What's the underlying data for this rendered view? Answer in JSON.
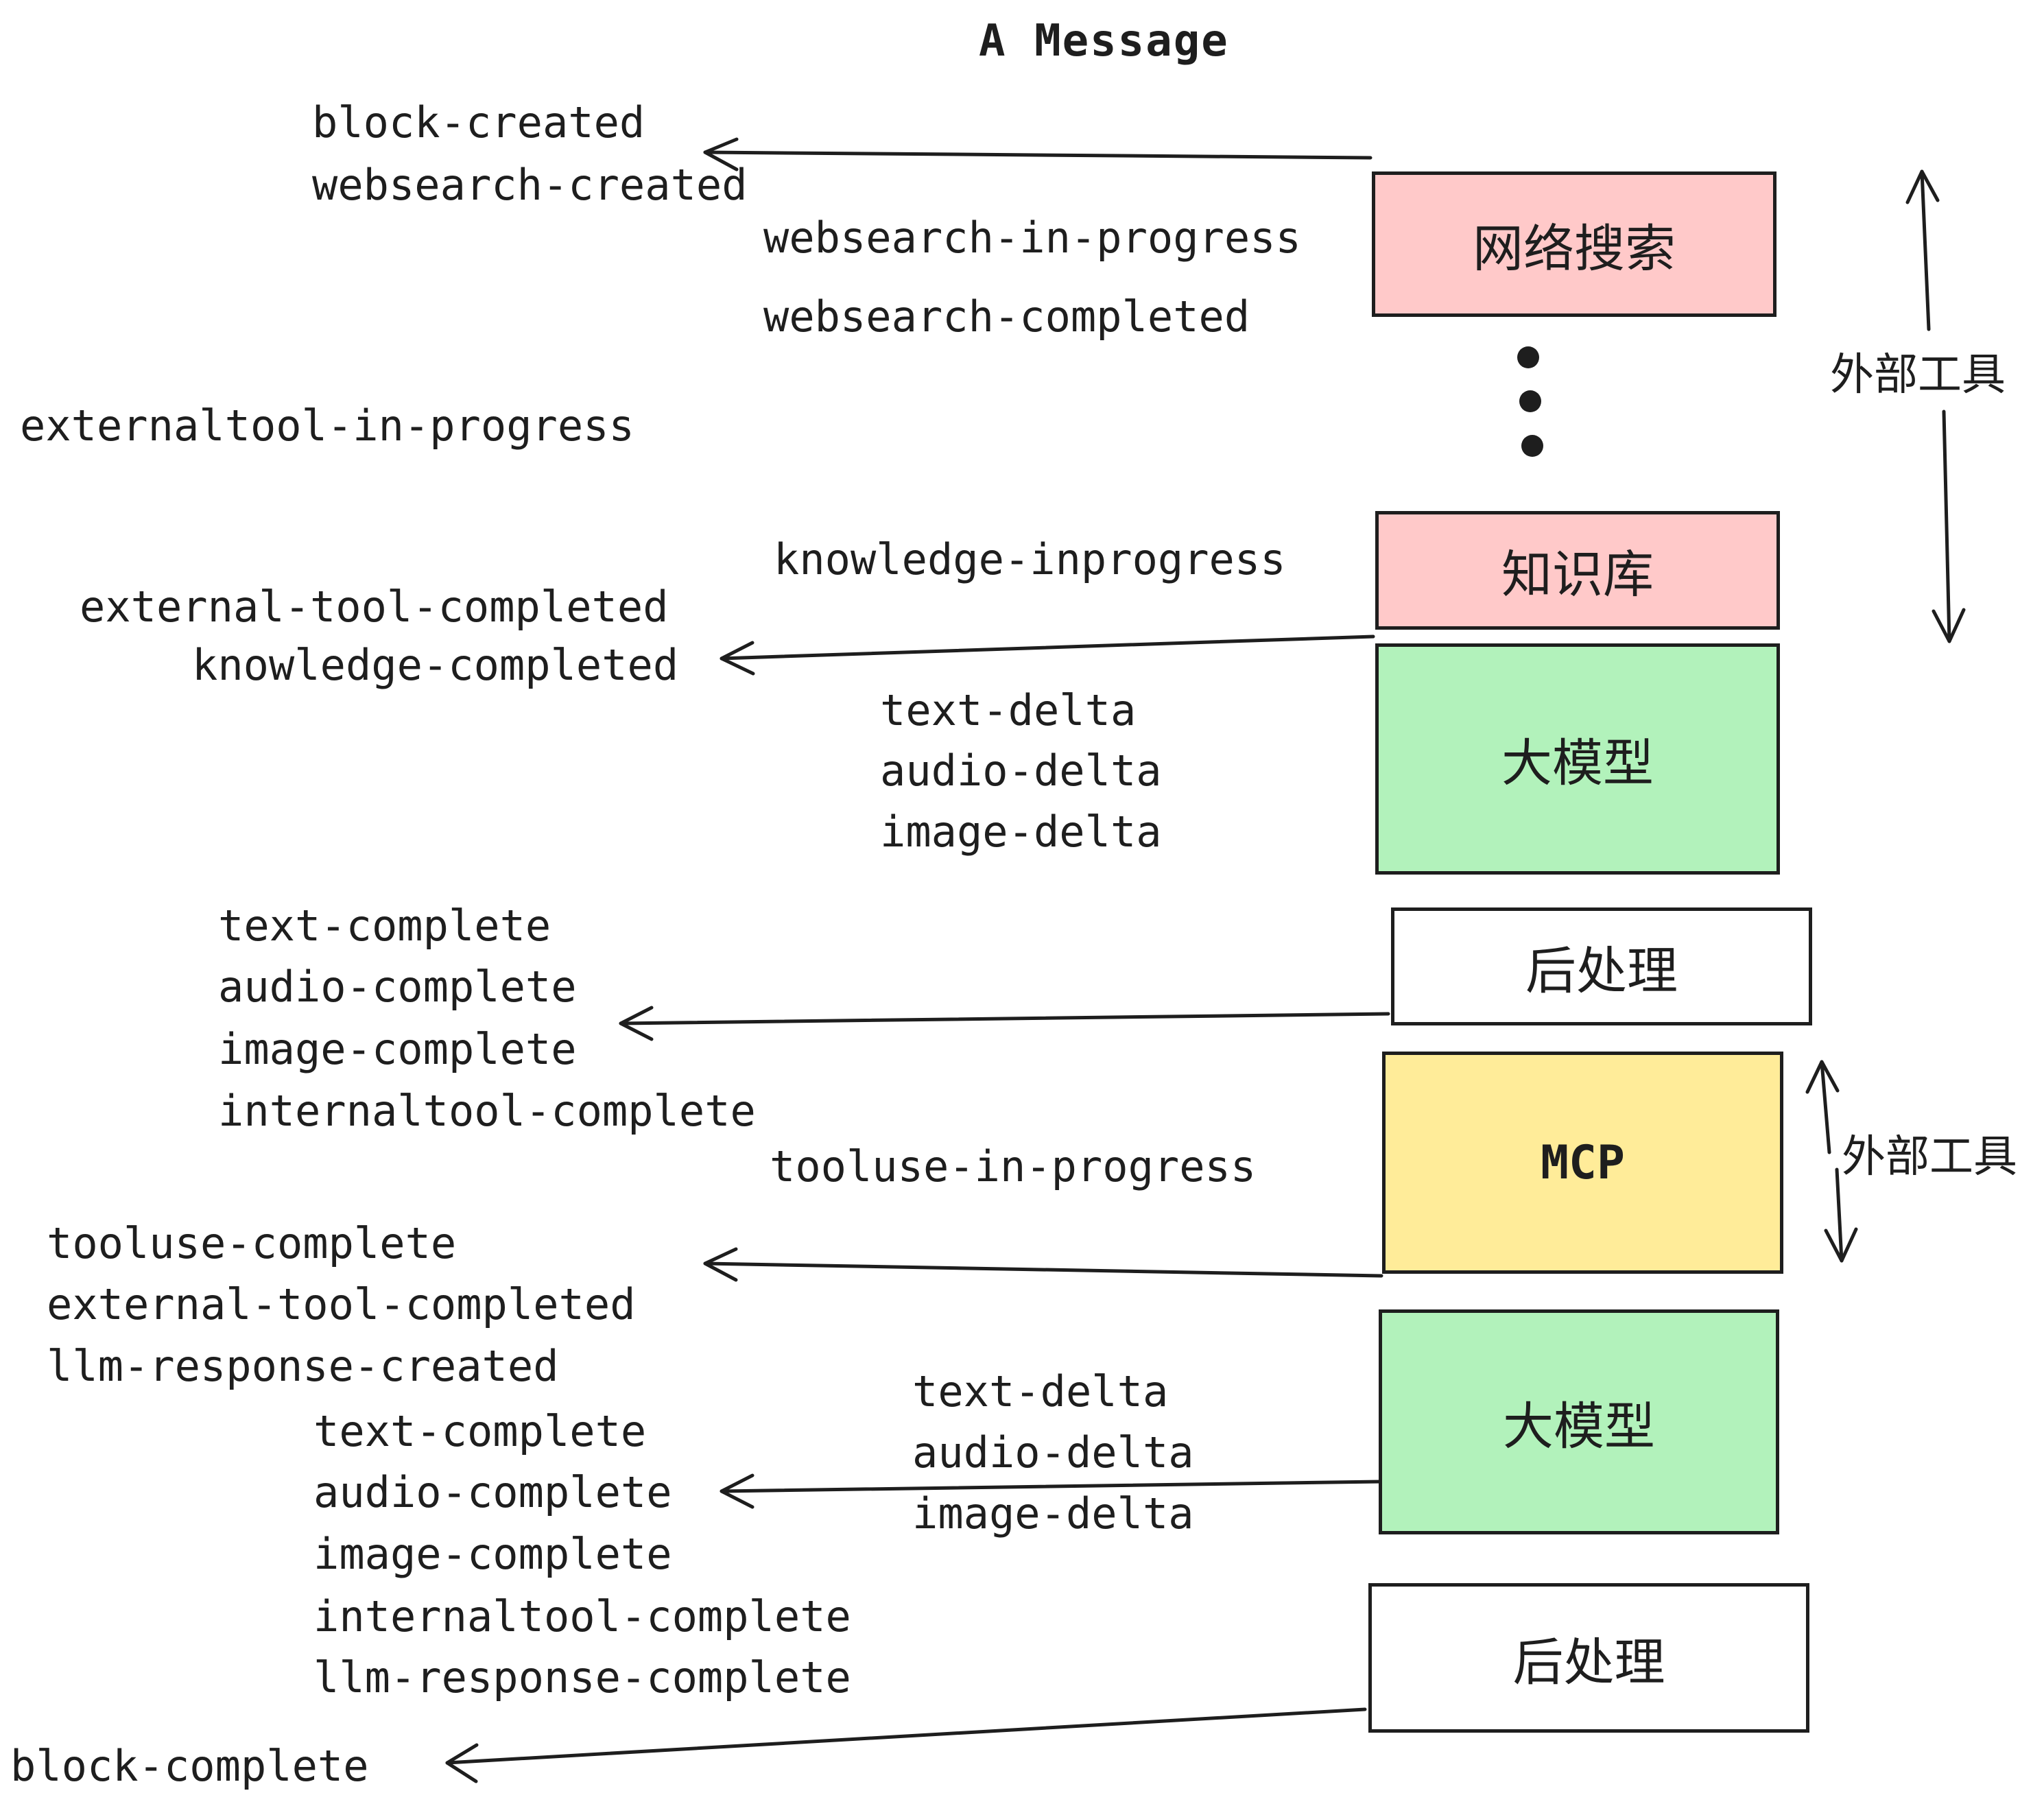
{
  "title": "A Message",
  "colors": {
    "pink": "#ffc9c9",
    "green": "#b2f2bb",
    "yellow": "#ffec99",
    "white": "#ffffff",
    "ink": "#1e1e1e"
  },
  "boxes": [
    {
      "id": "websearch",
      "label": "网络搜索",
      "fill": "pink"
    },
    {
      "id": "knowledge",
      "label": "知识库",
      "fill": "pink"
    },
    {
      "id": "llm-upper",
      "label": "大模型",
      "fill": "green"
    },
    {
      "id": "postprocess-upper",
      "label": "后处理",
      "fill": "white"
    },
    {
      "id": "mcp",
      "label": "MCP",
      "fill": "yellow"
    },
    {
      "id": "llm-lower",
      "label": "大模型",
      "fill": "green"
    },
    {
      "id": "postprocess-lower",
      "label": "后处理",
      "fill": "white"
    }
  ],
  "side_labels": [
    {
      "id": "external-tools-upper",
      "text": "外部工具"
    },
    {
      "id": "external-tools-lower",
      "text": "外部工具"
    }
  ],
  "events": [
    {
      "text": "block-created"
    },
    {
      "text": "websearch-created"
    },
    {
      "text": "websearch-in-progress"
    },
    {
      "text": "websearch-completed"
    },
    {
      "text": "externaltool-in-progress"
    },
    {
      "text": "knowledge-inprogress"
    },
    {
      "text": "external-tool-completed"
    },
    {
      "text": "knowledge-completed"
    },
    {
      "text": "text-delta"
    },
    {
      "text": "audio-delta"
    },
    {
      "text": "image-delta"
    },
    {
      "text": "text-complete"
    },
    {
      "text": "audio-complete"
    },
    {
      "text": "image-complete"
    },
    {
      "text": "internaltool-complete"
    },
    {
      "text": "tooluse-in-progress"
    },
    {
      "text": "tooluse-complete"
    },
    {
      "text": "external-tool-completed"
    },
    {
      "text": "llm-response-created"
    },
    {
      "text": "text-complete"
    },
    {
      "text": "audio-complete"
    },
    {
      "text": "image-complete"
    },
    {
      "text": "internaltool-complete"
    },
    {
      "text": "llm-response-complete"
    },
    {
      "text": "block-complete"
    }
  ]
}
